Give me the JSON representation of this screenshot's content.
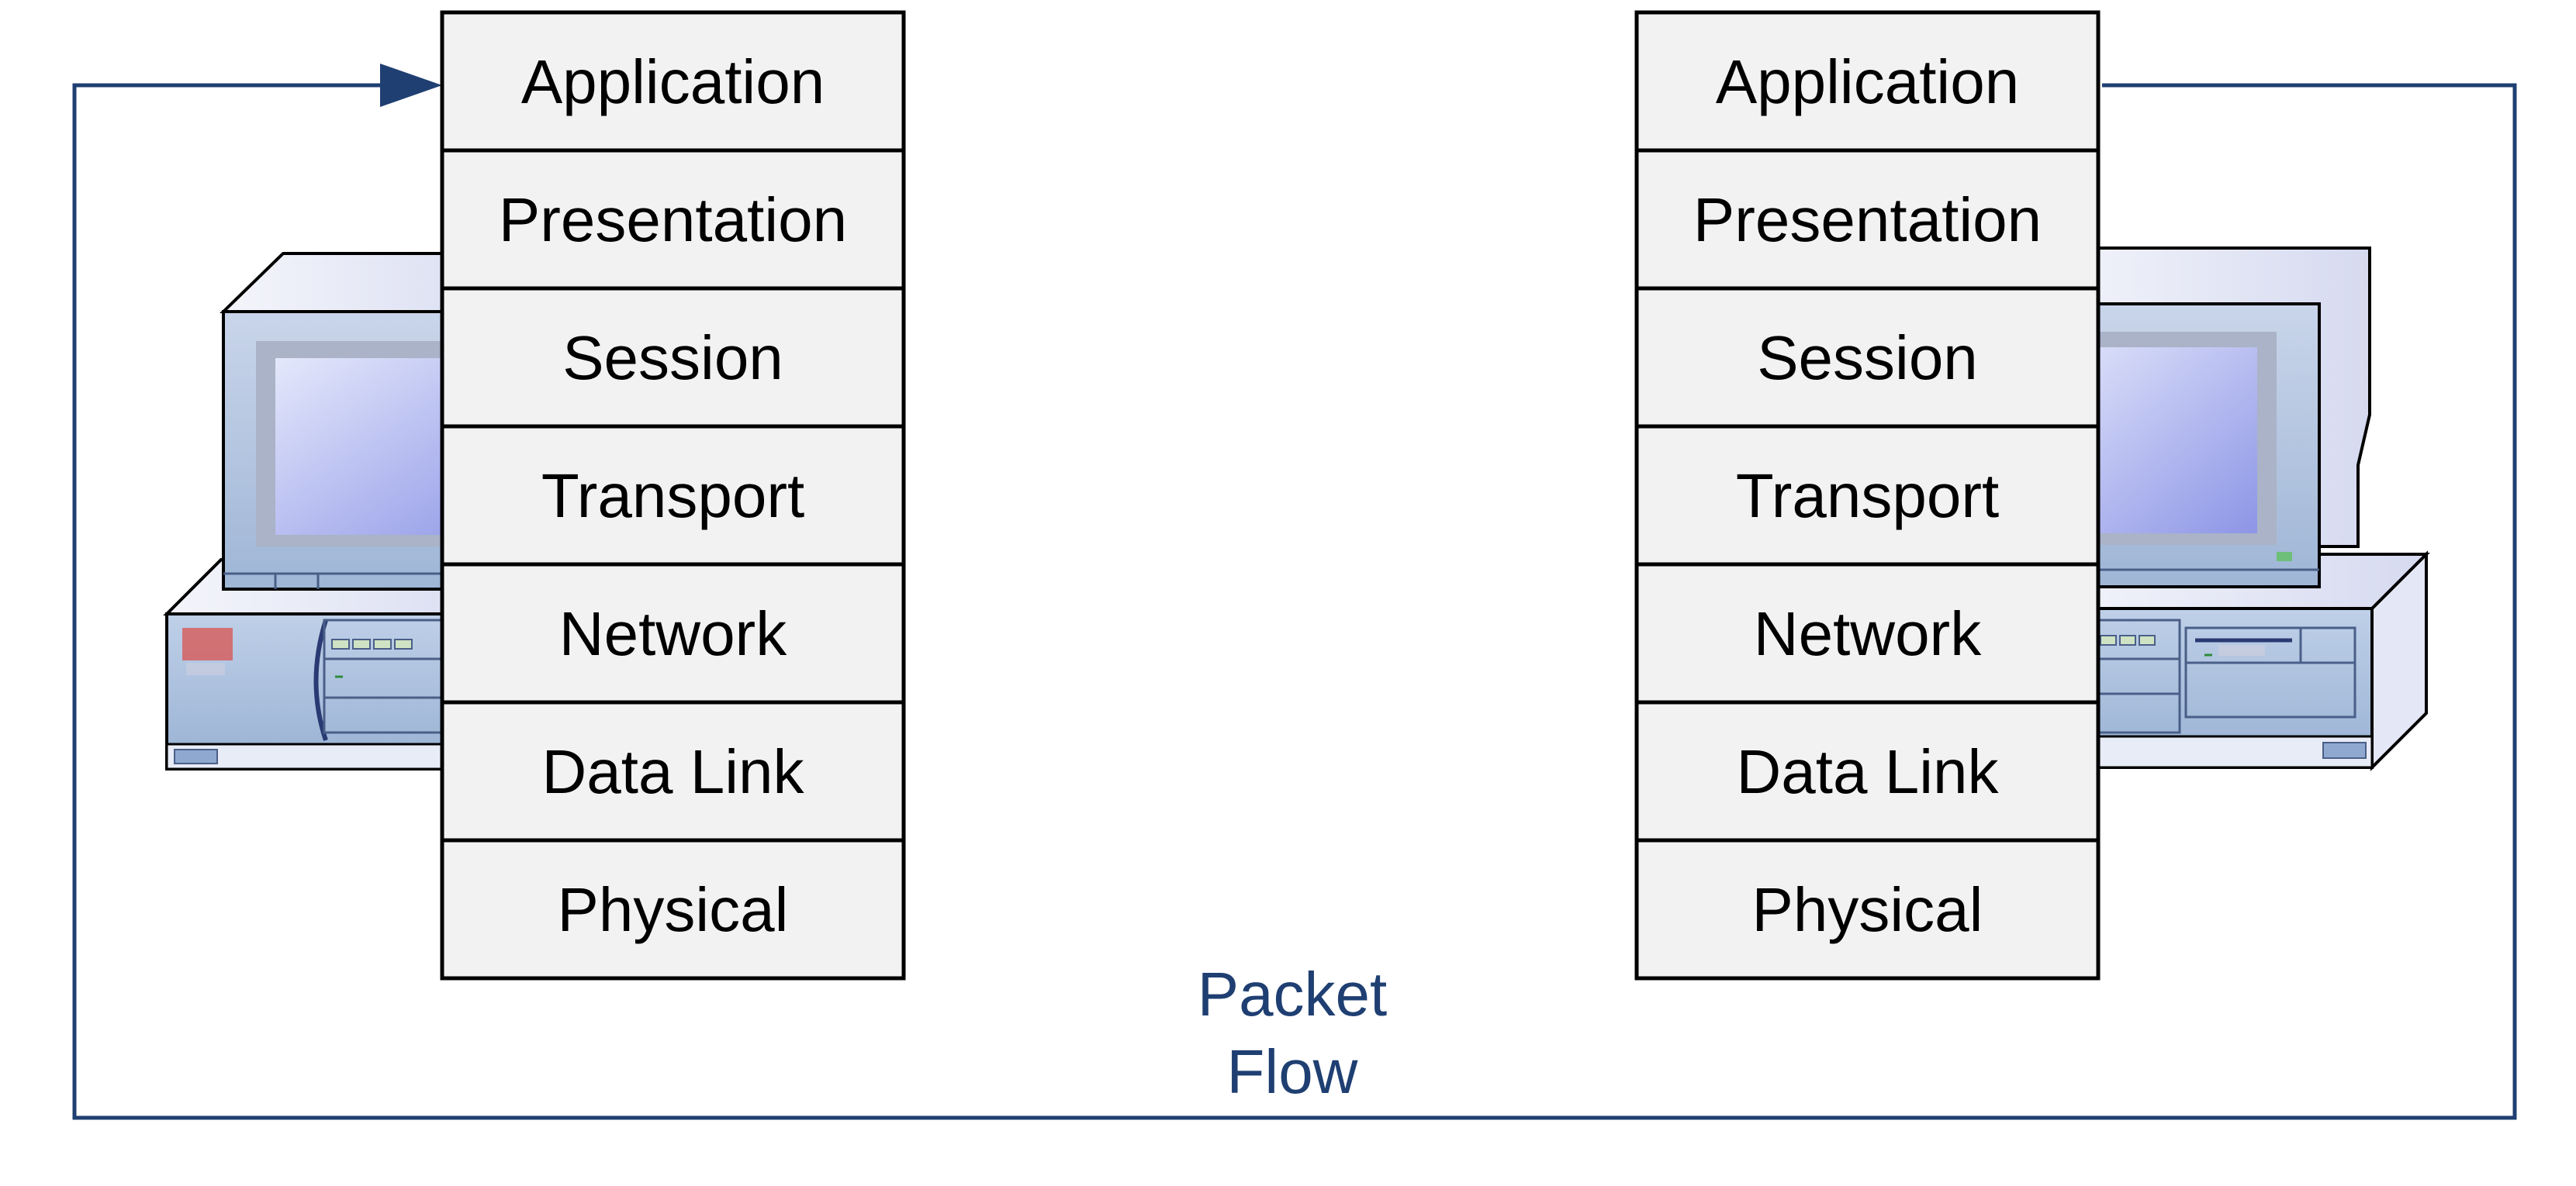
{
  "left_stack": {
    "layers": [
      "Application",
      "Presentation",
      "Session",
      "Transport",
      "Network",
      "Data Link",
      "Physical"
    ]
  },
  "right_stack": {
    "layers": [
      "Application",
      "Presentation",
      "Session",
      "Transport",
      "Network",
      "Data Link",
      "Physical"
    ]
  },
  "flow_label": {
    "line1": "Packet",
    "line2": "Flow"
  },
  "colors": {
    "flow": "#1f3f72",
    "layer_fill": "#f2f2f2",
    "layer_stroke": "#000000"
  },
  "icons": {
    "left_computer": "desktop-computer-icon",
    "right_computer": "desktop-computer-icon",
    "flow_arrow": "arrow-right-icon"
  }
}
